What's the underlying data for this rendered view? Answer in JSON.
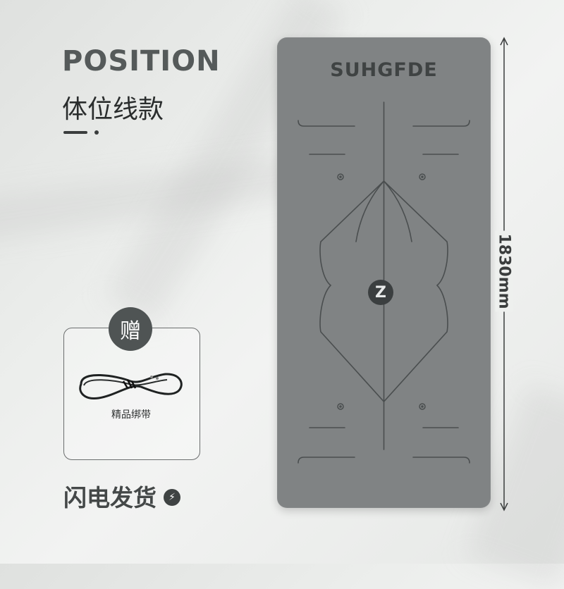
{
  "header": {
    "title": "POSITION",
    "subtitle": "体位线款"
  },
  "gift": {
    "badge": "赠",
    "label": "精品绑带"
  },
  "shipping": {
    "label": "闪电发货",
    "icon": "lightning-bolt-icon"
  },
  "mat": {
    "brand": "SUHGFDE",
    "center_mark": "Z",
    "color": "#808384"
  },
  "dimension": {
    "length_label": "1830mm"
  }
}
